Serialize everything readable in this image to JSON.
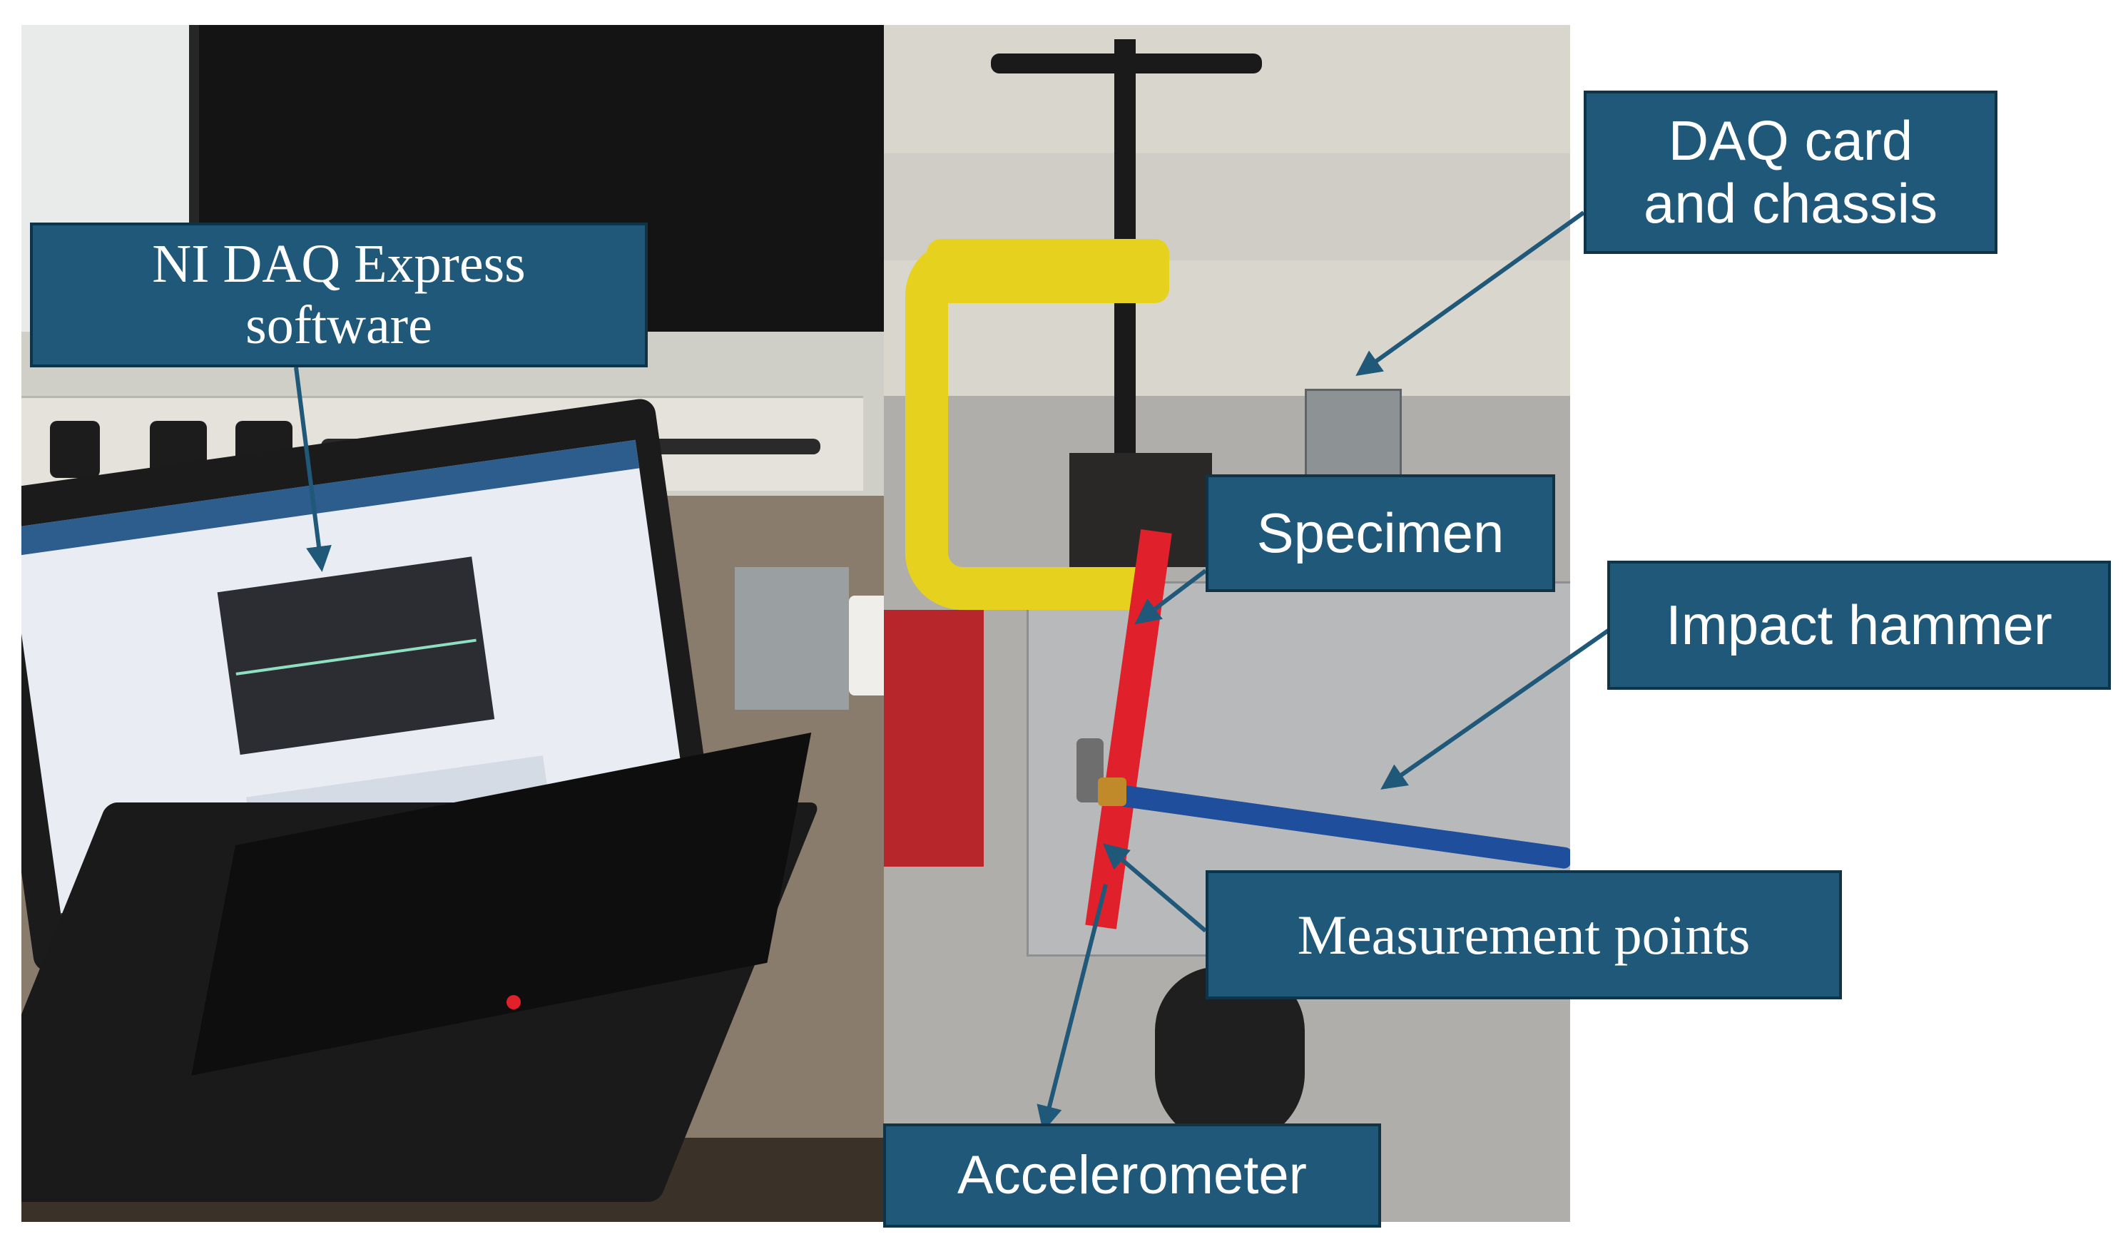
{
  "figure": {
    "callouts": {
      "software": "NI DAQ Express\nsoftware",
      "daq_card": "DAQ card\nand chassis",
      "specimen": "Specimen",
      "impact_hammer": "Impact hammer",
      "measurement_points": "Measurement points",
      "accelerometer": "Accelerometer"
    }
  },
  "colors": {
    "callout_fill": "#1f5878",
    "callout_border": "#0f3347",
    "arrow": "#1f5878",
    "specimen_red": "#e0202a",
    "clamp_yellow": "#e6d21e"
  }
}
